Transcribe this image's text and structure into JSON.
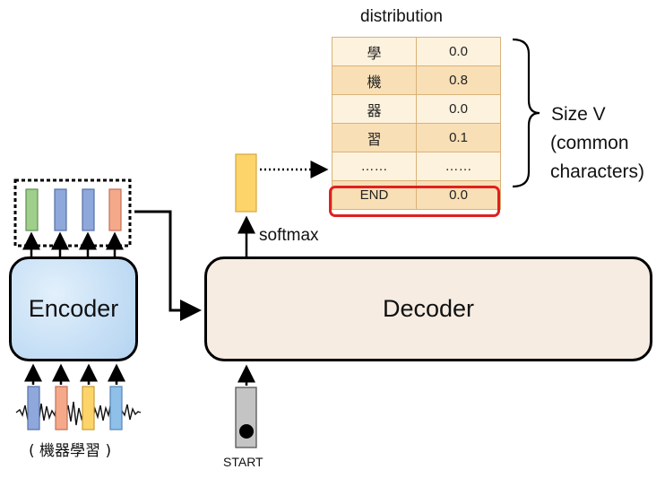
{
  "distribution_title": "distribution",
  "encoder_label": "Encoder",
  "decoder_label": "Decoder",
  "softmax_label": "softmax",
  "start_label": "START",
  "input_text": "( 機器學習 )",
  "size_label_lines": [
    "Size V",
    "(common",
    "characters)"
  ],
  "distribution_rows": [
    {
      "token": "學",
      "prob": "0.0"
    },
    {
      "token": "機",
      "prob": "0.8"
    },
    {
      "token": "器",
      "prob": "0.0"
    },
    {
      "token": "習",
      "prob": "0.1"
    },
    {
      "token": "……",
      "prob": "……"
    },
    {
      "token": "END",
      "prob": "0.0"
    }
  ],
  "colors": {
    "encoder_fill": "#c8e0f6",
    "decoder_fill": "#f6ece2",
    "table_light": "#fdf2dd",
    "table_dark": "#f9dfb5",
    "highlight": "#e02020",
    "vec_green": "#9fcf8a",
    "vec_blue": "#8fa8dc",
    "vec_orange": "#f4a98a",
    "vec_yellow": "#fcd46a",
    "start_gray": "#c4c4c4"
  }
}
